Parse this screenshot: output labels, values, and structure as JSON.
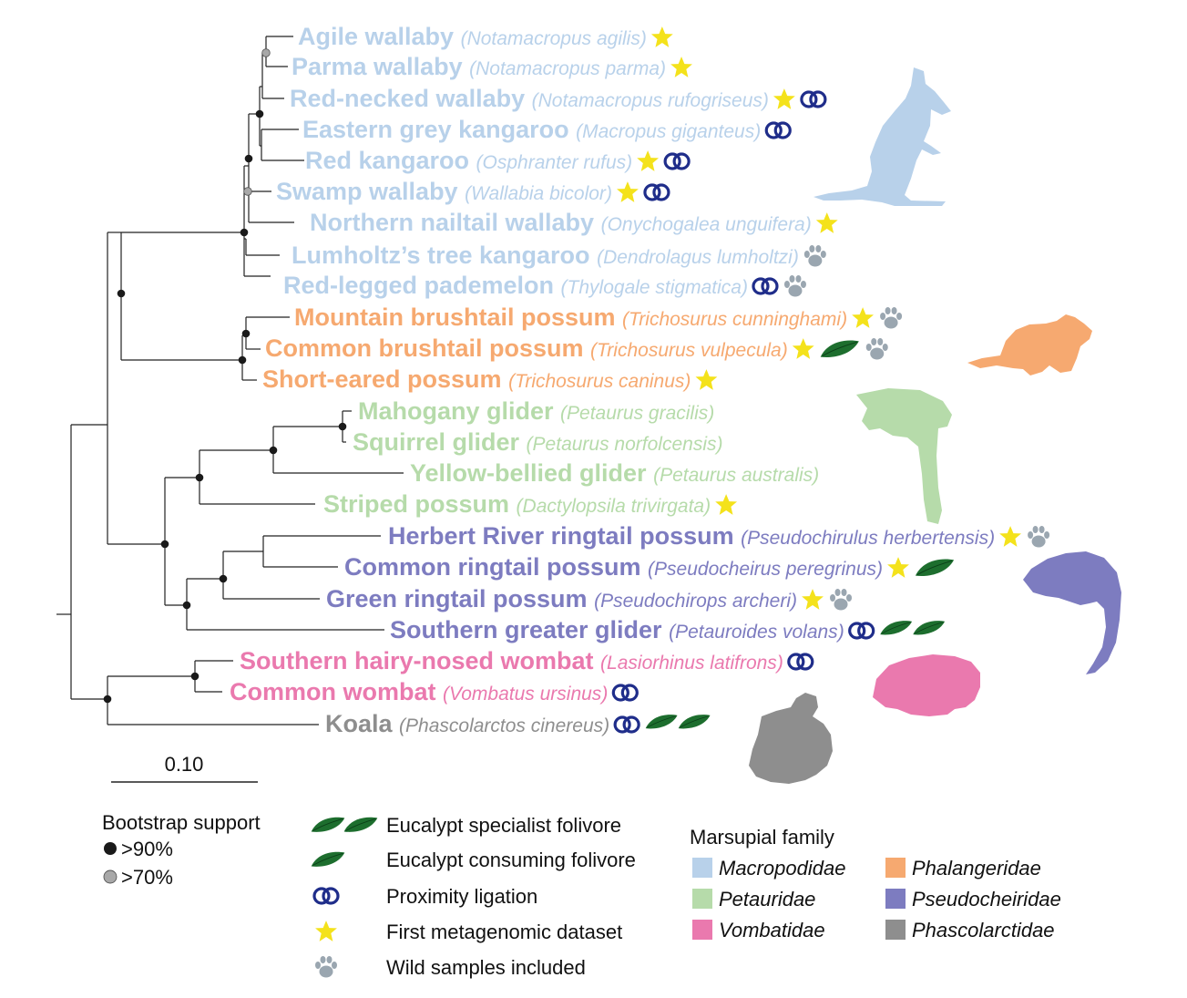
{
  "family_colors": {
    "Macropodidae": "#b8d1ea",
    "Phalangeridae": "#f6a970",
    "Petauridae": "#b6dbaa",
    "Pseudocheiridae": "#7d7cc0",
    "Vombatidae": "#ea79ae",
    "Phascolarctidae": "#8e8e8e"
  },
  "taxa": [
    {
      "common": "Agile wallaby",
      "scientific": "Notamacropus agilis",
      "family": "Macropodidae",
      "markers": [
        "star"
      ]
    },
    {
      "common": "Parma wallaby",
      "scientific": "Notamacropus parma",
      "family": "Macropodidae",
      "markers": [
        "star"
      ]
    },
    {
      "common": "Red-necked wallaby",
      "scientific": "Notamacropus rufogriseus",
      "family": "Macropodidae",
      "markers": [
        "star",
        "rings"
      ]
    },
    {
      "common": "Eastern grey kangaroo",
      "scientific": "Macropus giganteus",
      "family": "Macropodidae",
      "markers": [
        "rings"
      ]
    },
    {
      "common": "Red kangaroo",
      "scientific": "Osphranter rufus",
      "family": "Macropodidae",
      "markers": [
        "star",
        "rings"
      ]
    },
    {
      "common": "Swamp wallaby",
      "scientific": "Wallabia bicolor",
      "family": "Macropodidae",
      "markers": [
        "star",
        "rings"
      ]
    },
    {
      "common": "Northern nailtail wallaby",
      "scientific": "Onychogalea unguifera",
      "family": "Macropodidae",
      "markers": [
        "star"
      ]
    },
    {
      "common": "Lumholtz’s tree kangaroo",
      "scientific": "Dendrolagus lumholtzi",
      "family": "Macropodidae",
      "markers": [
        "paw"
      ]
    },
    {
      "common": "Red-legged pademelon",
      "scientific": "Thylogale stigmatica",
      "family": "Macropodidae",
      "markers": [
        "rings",
        "paw"
      ]
    },
    {
      "common": "Mountain brushtail possum",
      "scientific": "Trichosurus cunninghami",
      "family": "Phalangeridae",
      "markers": [
        "star",
        "paw"
      ]
    },
    {
      "common": "Common brushtail possum",
      "scientific": "Trichosurus vulpecula",
      "family": "Phalangeridae",
      "markers": [
        "star",
        "leaf",
        "paw"
      ]
    },
    {
      "common": "Short-eared possum",
      "scientific": "Trichosurus caninus",
      "family": "Phalangeridae",
      "markers": [
        "star"
      ]
    },
    {
      "common": "Mahogany glider",
      "scientific": "Petaurus gracilis",
      "family": "Petauridae",
      "markers": []
    },
    {
      "common": "Squirrel glider",
      "scientific": "Petaurus norfolcensis",
      "family": "Petauridae",
      "markers": []
    },
    {
      "common": "Yellow-bellied glider",
      "scientific": "Petaurus australis",
      "family": "Petauridae",
      "markers": []
    },
    {
      "common": "Striped possum",
      "scientific": "Dactylopsila trivirgata",
      "family": "Petauridae",
      "markers": [
        "star"
      ]
    },
    {
      "common": "Herbert River ringtail possum",
      "scientific": "Pseudochirulus herbertensis",
      "family": "Pseudocheiridae",
      "markers": [
        "star",
        "paw"
      ]
    },
    {
      "common": "Common ringtail possum",
      "scientific": "Pseudocheirus peregrinus",
      "family": "Pseudocheiridae",
      "markers": [
        "star",
        "leaf"
      ]
    },
    {
      "common": "Green ringtail possum",
      "scientific": "Pseudochirops archeri",
      "family": "Pseudocheiridae",
      "markers": [
        "star",
        "paw"
      ]
    },
    {
      "common": "Southern greater glider",
      "scientific": "Petauroides volans",
      "family": "Pseudocheiridae",
      "markers": [
        "rings",
        "leaf2"
      ]
    },
    {
      "common": "Southern hairy-nosed wombat",
      "scientific": "Lasiorhinus latifrons",
      "family": "Vombatidae",
      "markers": [
        "rings"
      ]
    },
    {
      "common": "Common wombat",
      "scientific": "Vombatus ursinus",
      "family": "Vombatidae",
      "markers": [
        "rings"
      ]
    },
    {
      "common": "Koala",
      "scientific": "Phascolarctos cinereus",
      "family": "Phascolarctidae",
      "markers": [
        "rings",
        "leaf2"
      ]
    }
  ],
  "scale_bar": {
    "label": "0.10"
  },
  "bootstrap_legend": {
    "title": "Bootstrap support",
    "items": [
      {
        "label": ">90%",
        "color": "#1a1a1a"
      },
      {
        "label": ">70%",
        "color": "#a8a8a8"
      }
    ]
  },
  "symbol_legend": [
    {
      "icon": "leaf2",
      "label": "Eucalypt specialist folivore"
    },
    {
      "icon": "leaf",
      "label": "Eucalypt consuming folivore"
    },
    {
      "icon": "rings",
      "label": "Proximity ligation"
    },
    {
      "icon": "star",
      "label": "First metagenomic dataset"
    },
    {
      "icon": "paw",
      "label": "Wild samples included"
    }
  ],
  "family_legend": {
    "title": "Marsupial family",
    "items": [
      {
        "name": "Macropodidae",
        "color": "#b8d1ea"
      },
      {
        "name": "Phalangeridae",
        "color": "#f6a970"
      },
      {
        "name": "Petauridae",
        "color": "#b6dbaa"
      },
      {
        "name": "Pseudocheiridae",
        "color": "#7d7cc0"
      },
      {
        "name": "Vombatidae",
        "color": "#ea79ae"
      },
      {
        "name": "Phascolarctidae",
        "color": "#8e8e8e"
      }
    ]
  },
  "icon_colors": {
    "star": "#f4e21b",
    "rings": "#1f2d8a",
    "leaf": "#1d6e2e",
    "paw": "#9aa6b0",
    "node_strong": "#1a1a1a",
    "node_moderate": "#a8a8a8"
  }
}
